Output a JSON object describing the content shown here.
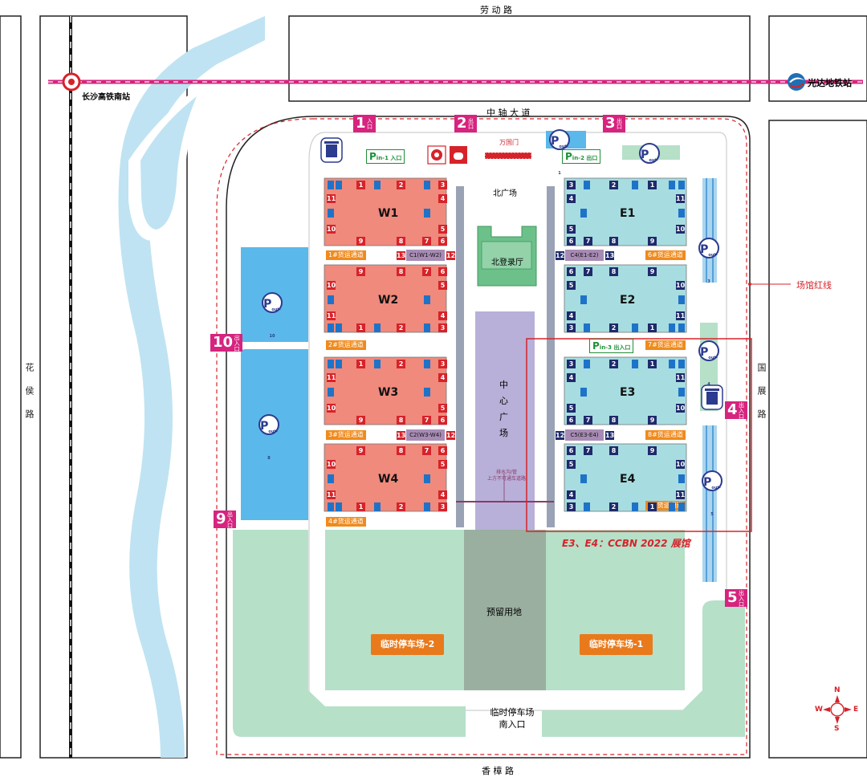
{
  "roads": {
    "top": "劳 动 路",
    "middle": "中 轴 大 道",
    "left": "花侯路",
    "right": "国展路",
    "bottom": "香 樟 路"
  },
  "stations": {
    "rail": "长沙高铁南站",
    "metro": "光达地铁站"
  },
  "legend": {
    "redline": "场馆红线"
  },
  "gates": [
    {
      "num": "1",
      "label": "入口"
    },
    {
      "num": "2",
      "label": "出口"
    },
    {
      "num": "3",
      "label": "出口"
    },
    {
      "num": "4",
      "label": "出入口"
    },
    {
      "num": "5",
      "label": "出入口"
    },
    {
      "num": "9",
      "label": "出入口"
    },
    {
      "num": "10",
      "label": "出入口"
    }
  ],
  "halls": {
    "w1": "W1",
    "w2": "W2",
    "w3": "W3",
    "w4": "W4",
    "e1": "E1",
    "e2": "E2",
    "e3": "E3",
    "e4": "E4"
  },
  "connectors": {
    "c1": "C1(W1-W2)",
    "c2": "C2(W3-W4)",
    "c4": "C4(E1-E2)",
    "c5": "C5(E3-E4)"
  },
  "cargo": {
    "c1": "1#货运通道",
    "c2": "2#货运通道",
    "c3": "3#货运通道",
    "c4": "4#货运通道",
    "c6": "6#货运通道",
    "c7": "7#货运通道",
    "c8": "8#货运通道",
    "c9": "9#货运通道"
  },
  "areas": {
    "north_plaza": "北广场",
    "north_hall": "北登录厅",
    "center_plaza": "中心广场",
    "reserved": "预留用地",
    "temp_parking_1": "临时停车场-1",
    "temp_parking_2": "临时停车场-2",
    "south_entrance_1": "临时停车场",
    "south_entrance_2": "南入口",
    "center_note_1": "排水沟/管",
    "center_note_2": "上方不可通车道路",
    "stage": "万国门"
  },
  "parking": {
    "p_in1": "入口",
    "p_in2": "出口",
    "p_in3": "出入口",
    "out1": "out-1",
    "out2": "out-2",
    "out3": "out-3",
    "out4": "out-4",
    "out5": "out-5",
    "out8": "out-8",
    "out10": "out-10"
  },
  "highlight": {
    "caption": "E3、E4：CCBN 2022 展馆"
  },
  "compass": {
    "n": "N",
    "s": "S",
    "e": "E",
    "w": "W"
  },
  "colors": {
    "west_hall": "#ef8a7d",
    "east_hall": "#a7dde0",
    "magenta": "#d6247f",
    "river": "#bfe3f2",
    "green_space": "#b6e0c8",
    "plaza": "#b8b0d8",
    "reserved": "#9aafa0",
    "parking_blue": "#5bb8ea"
  }
}
